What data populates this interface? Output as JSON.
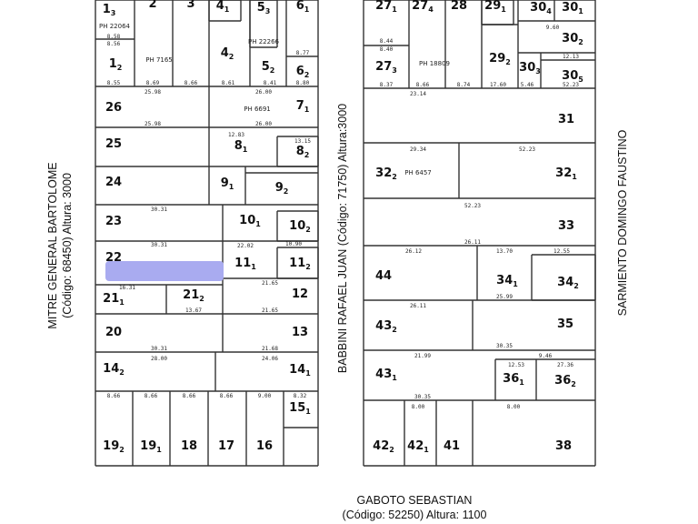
{
  "streets": {
    "left": {
      "name": "MITRE GENERAL BARTOLOME",
      "info": "(Código: 68450) Altura: 3000"
    },
    "middle": {
      "name": "BABBINI RAFAEL JUAN (Código: 71750) Altura:3000"
    },
    "right": {
      "name": "SARMIENTO DOMINGO FAUSTINO"
    },
    "bottom": {
      "name": "GABOTO SEBASTIAN",
      "info": "(Código: 52250) Altura: 1100"
    }
  },
  "lots": [
    {
      "num": "1",
      "sub": "3"
    },
    {
      "num": "2",
      "sub": ""
    },
    {
      "num": "3",
      "sub": ""
    },
    {
      "num": "4",
      "sub": "1"
    },
    {
      "num": "5",
      "sub": "3"
    },
    {
      "num": "6",
      "sub": "1"
    },
    {
      "num": "1",
      "sub": "2"
    },
    {
      "num": "4",
      "sub": "2"
    },
    {
      "num": "5",
      "sub": "2"
    },
    {
      "num": "6",
      "sub": "2"
    },
    {
      "num": "26",
      "sub": ""
    },
    {
      "num": "7",
      "sub": "1"
    },
    {
      "num": "25",
      "sub": ""
    },
    {
      "num": "8",
      "sub": "1"
    },
    {
      "num": "8",
      "sub": "2"
    },
    {
      "num": "24",
      "sub": ""
    },
    {
      "num": "9",
      "sub": "1"
    },
    {
      "num": "9",
      "sub": "2"
    },
    {
      "num": "23",
      "sub": ""
    },
    {
      "num": "10",
      "sub": "1"
    },
    {
      "num": "10",
      "sub": "2"
    },
    {
      "num": "22",
      "sub": ""
    },
    {
      "num": "11",
      "sub": "1"
    },
    {
      "num": "11",
      "sub": "2"
    },
    {
      "num": "21",
      "sub": "1"
    },
    {
      "num": "21",
      "sub": "2"
    },
    {
      "num": "12",
      "sub": ""
    },
    {
      "num": "20",
      "sub": ""
    },
    {
      "num": "13",
      "sub": ""
    },
    {
      "num": "14",
      "sub": "2"
    },
    {
      "num": "14",
      "sub": "1"
    },
    {
      "num": "19",
      "sub": "2"
    },
    {
      "num": "19",
      "sub": "1"
    },
    {
      "num": "18",
      "sub": ""
    },
    {
      "num": "17",
      "sub": ""
    },
    {
      "num": "16",
      "sub": ""
    },
    {
      "num": "15",
      "sub": "1"
    },
    {
      "num": "27",
      "sub": "1"
    },
    {
      "num": "27",
      "sub": "4"
    },
    {
      "num": "28",
      "sub": ""
    },
    {
      "num": "29",
      "sub": "1"
    },
    {
      "num": "30",
      "sub": "4"
    },
    {
      "num": "30",
      "sub": "1"
    },
    {
      "num": "30",
      "sub": "2"
    },
    {
      "num": "29",
      "sub": "2"
    },
    {
      "num": "30",
      "sub": "3"
    },
    {
      "num": "30",
      "sub": "5"
    },
    {
      "num": "27",
      "sub": "3"
    },
    {
      "num": "31",
      "sub": ""
    },
    {
      "num": "32",
      "sub": "2"
    },
    {
      "num": "32",
      "sub": "1"
    },
    {
      "num": "33",
      "sub": ""
    },
    {
      "num": "44",
      "sub": ""
    },
    {
      "num": "34",
      "sub": "1"
    },
    {
      "num": "34",
      "sub": "2"
    },
    {
      "num": "43",
      "sub": "2"
    },
    {
      "num": "35",
      "sub": ""
    },
    {
      "num": "43",
      "sub": "1"
    },
    {
      "num": "36",
      "sub": "1"
    },
    {
      "num": "36",
      "sub": "2"
    },
    {
      "num": "42",
      "sub": "2"
    },
    {
      "num": "42",
      "sub": "1"
    },
    {
      "num": "41",
      "sub": ""
    },
    {
      "num": "38",
      "sub": ""
    }
  ],
  "ph_labels": [
    "PH 22064",
    "PH 7165",
    "PH 22266",
    "PH 6691",
    "PH 18809",
    "PH 6457"
  ],
  "dimensions": [
    "8.58",
    "8.56",
    "8.55",
    "8.69",
    "8.66",
    "8.61",
    "8.41",
    "8.77",
    "8.80",
    "25.98",
    "26.00",
    "25.98",
    "26.00",
    "13.15",
    "12.83",
    "30.31",
    "30.31",
    "22.02",
    "10.90",
    "21.65",
    "21.65",
    "16.31",
    "13.67",
    "30.31",
    "21.68",
    "28.00",
    "24.06",
    "8.66",
    "8.66",
    "8.66",
    "8.66",
    "9.00",
    "8.32",
    "8.44",
    "8.40",
    "8.37",
    "8.66",
    "8.74",
    "17.60",
    "9.60",
    "12.13",
    "52.23",
    "23.14",
    "29.34",
    "52.23",
    "52.23",
    "26.11",
    "26.12",
    "13.70",
    "12.55",
    "25.99",
    "26.11",
    "30.35",
    "21.99",
    "9.46",
    "12.53",
    "27.36",
    "8.00",
    "8.00",
    "30.35",
    "5.46"
  ],
  "redaction": {
    "color": "#a9abf0"
  }
}
